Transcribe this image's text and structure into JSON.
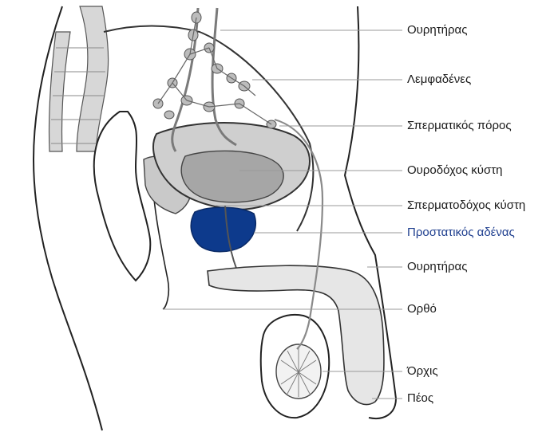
{
  "diagram": {
    "labels": {
      "ureter": "Ουρητήρας",
      "lymph_nodes": "Λεμφαδένες",
      "vas_deferens": "Σπερματικός πόρος",
      "bladder": "Ουροδόχος κύστη",
      "seminal_vesicle": "Σπερματοδόχος κύστη",
      "prostate": "Προστατικός αδένας",
      "urethra": "Ουρητήρας",
      "rectum": "Ορθό",
      "testis": "Όρχις",
      "penis": "Πέος"
    },
    "colors": {
      "prostate_fill": "#0d3a8c",
      "prostate_label": "#1f3f8f",
      "organ_fill": "#c8c8c8",
      "bladder_inner": "#a4a4a4",
      "leader_line": "#9a9a9a",
      "outline": "#222222"
    }
  }
}
